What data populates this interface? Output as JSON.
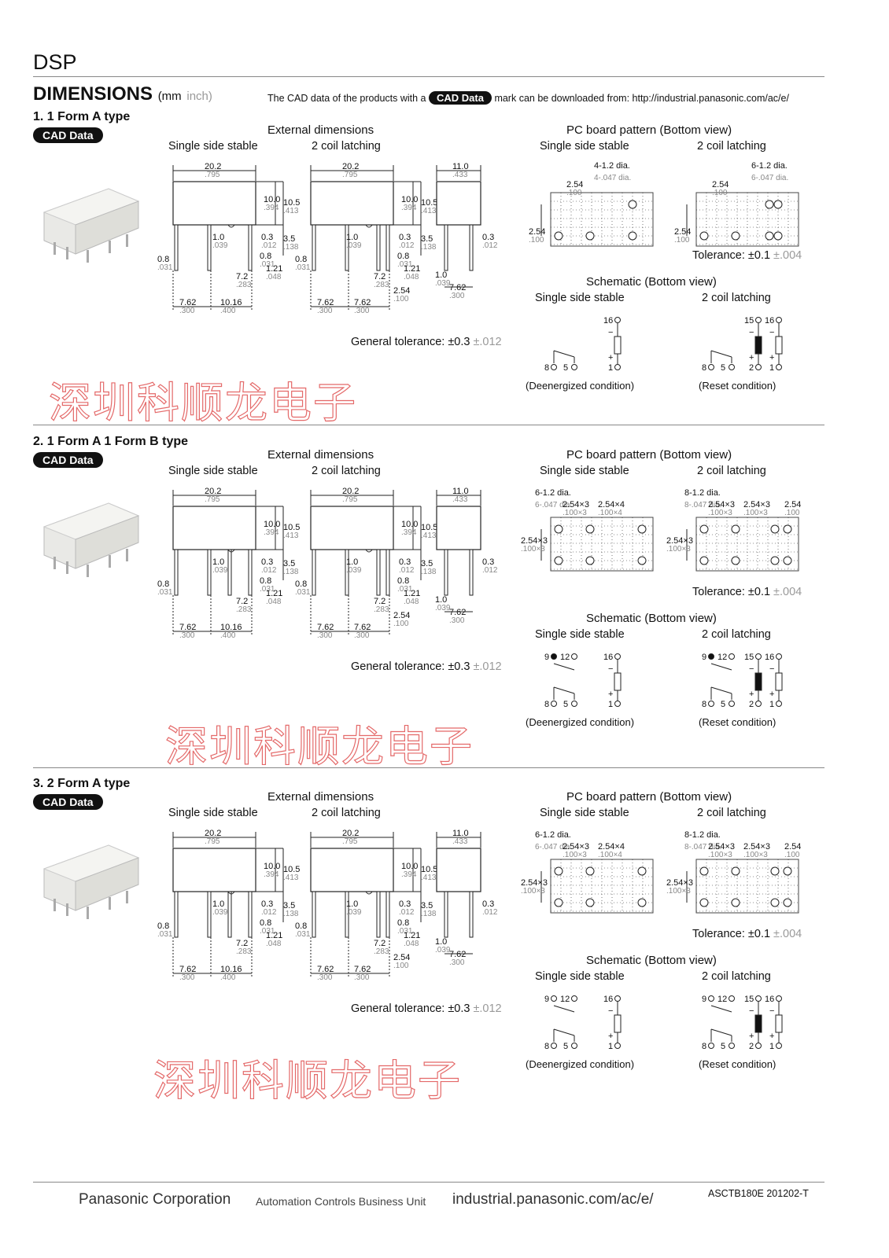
{
  "header": {
    "series": "DSP"
  },
  "dimensions": {
    "title": "DIMENSIONS",
    "unit_mm": "(mm",
    "unit_inch": "inch)",
    "cad_note_pre": "The CAD data of the products with a",
    "cad_badge": "CAD Data",
    "cad_note_post": "mark can be downloaded from: http://industrial.panasonic.com/ac/e/"
  },
  "common": {
    "external_dimensions": "External dimensions",
    "pc_board": "PC board pattern (Bottom view)",
    "schematic": "Schematic (Bottom view)",
    "single_side_stable": "Single side stable",
    "two_coil_latching": "2 coil latching",
    "general_tolerance": "General tolerance: ±0.3",
    "general_tolerance_inch": "±.012",
    "tolerance": "Tolerance: ±0.1",
    "tolerance_inch": "±.004",
    "deenergized": "(Deenergized condition)",
    "reset": "(Reset condition)",
    "cad_badge": "CAD Data"
  },
  "sections": [
    {
      "title": "1. 1 Form A type",
      "pcb_holes_ss": "4-1.2 dia.",
      "pcb_holes_ss_inch": "4-.047 dia.",
      "pcb_holes_cl": "6-1.2 dia.",
      "pcb_holes_cl_inch": "6-.047 dia."
    },
    {
      "title": "2. 1 Form A 1 Form B type",
      "pcb_holes_ss": "6-1.2 dia.",
      "pcb_holes_ss_inch": "6-.047 dia.",
      "pcb_holes_cl": "8-1.2 dia.",
      "pcb_holes_cl_inch": "8-.047 dia."
    },
    {
      "title": "3. 2 Form A type",
      "pcb_holes_ss": "6-1.2 dia.",
      "pcb_holes_ss_inch": "6-.047 dia.",
      "pcb_holes_cl": "8-1.2 dia.",
      "pcb_holes_cl_inch": "8-.047 dia."
    }
  ],
  "dims": {
    "d20_2": "20.2",
    "d20_2i": ".795",
    "d11_0": "11.0",
    "d11_0i": ".433",
    "d10_0": "10.0",
    "d10_0i": ".394",
    "d10_5": "10.5",
    "d10_5i": ".413",
    "d1_0": "1.0",
    "d1_0i": ".039",
    "d0_3": "0.3",
    "d0_3i": ".012",
    "d3_5": "3.5",
    "d3_5i": ".138",
    "d0_8": "0.8",
    "d0_8i": ".031",
    "d7_2": "7.2",
    "d7_2i": ".283",
    "d1_21": "1.21",
    "d1_21i": ".048",
    "d7_62": "7.62",
    "d7_62i": ".300",
    "d10_16": "10.16",
    "d10_16i": ".400",
    "d2_54": "2.54",
    "d2_54i": ".100",
    "d2_54x3": "2.54×3",
    "d2_54x3i": ".100×3",
    "d2_54x4": "2.54×4",
    "d2_54x4i": ".100×4"
  },
  "pins": {
    "p1": "1",
    "p2": "2",
    "p5": "5",
    "p8": "8",
    "p9": "9",
    "p12": "12",
    "p15": "15",
    "p16": "16",
    "plus": "+",
    "minus": "−"
  },
  "watermark": "深圳科顺龙电子",
  "footer": {
    "company": "Panasonic Corporation",
    "unit": "Automation Controls Business Unit",
    "url": "industrial.panasonic.com/ac/e/",
    "code": "ASCTB180E  201202-T"
  }
}
